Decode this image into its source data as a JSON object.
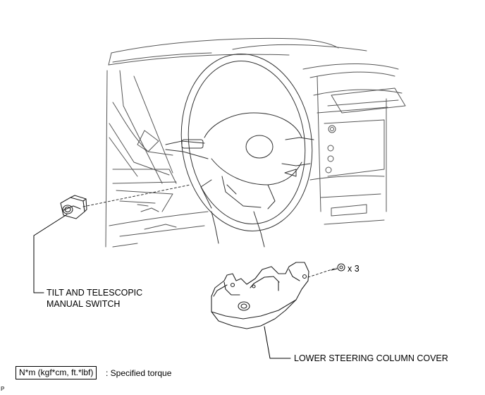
{
  "labels": {
    "switch_line1": "TILT AND TELESCOPIC",
    "switch_line2": "MANUAL SWITCH",
    "cover": "LOWER STEERING COLUMN COVER",
    "screw_qty": "x 3"
  },
  "legend": {
    "torque_unit": "N*m (kgf*cm, ft.*lbf)",
    "torque_desc": ": Specified torque"
  },
  "footer": {
    "code": "P"
  }
}
